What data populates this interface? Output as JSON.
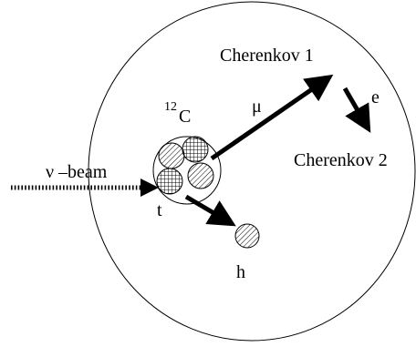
{
  "labels": {
    "cherenkov1": "Cherenkov 1",
    "cherenkov2": "Cherenkov 2",
    "electron": "e",
    "muon": "μ",
    "nucleus_mass": "12",
    "nucleus_symbol": "C",
    "beam": "ν –beam",
    "target_nucleon": "t",
    "hadron": "h"
  },
  "colors": {
    "stroke": "#000000",
    "background": "#ffffff"
  }
}
